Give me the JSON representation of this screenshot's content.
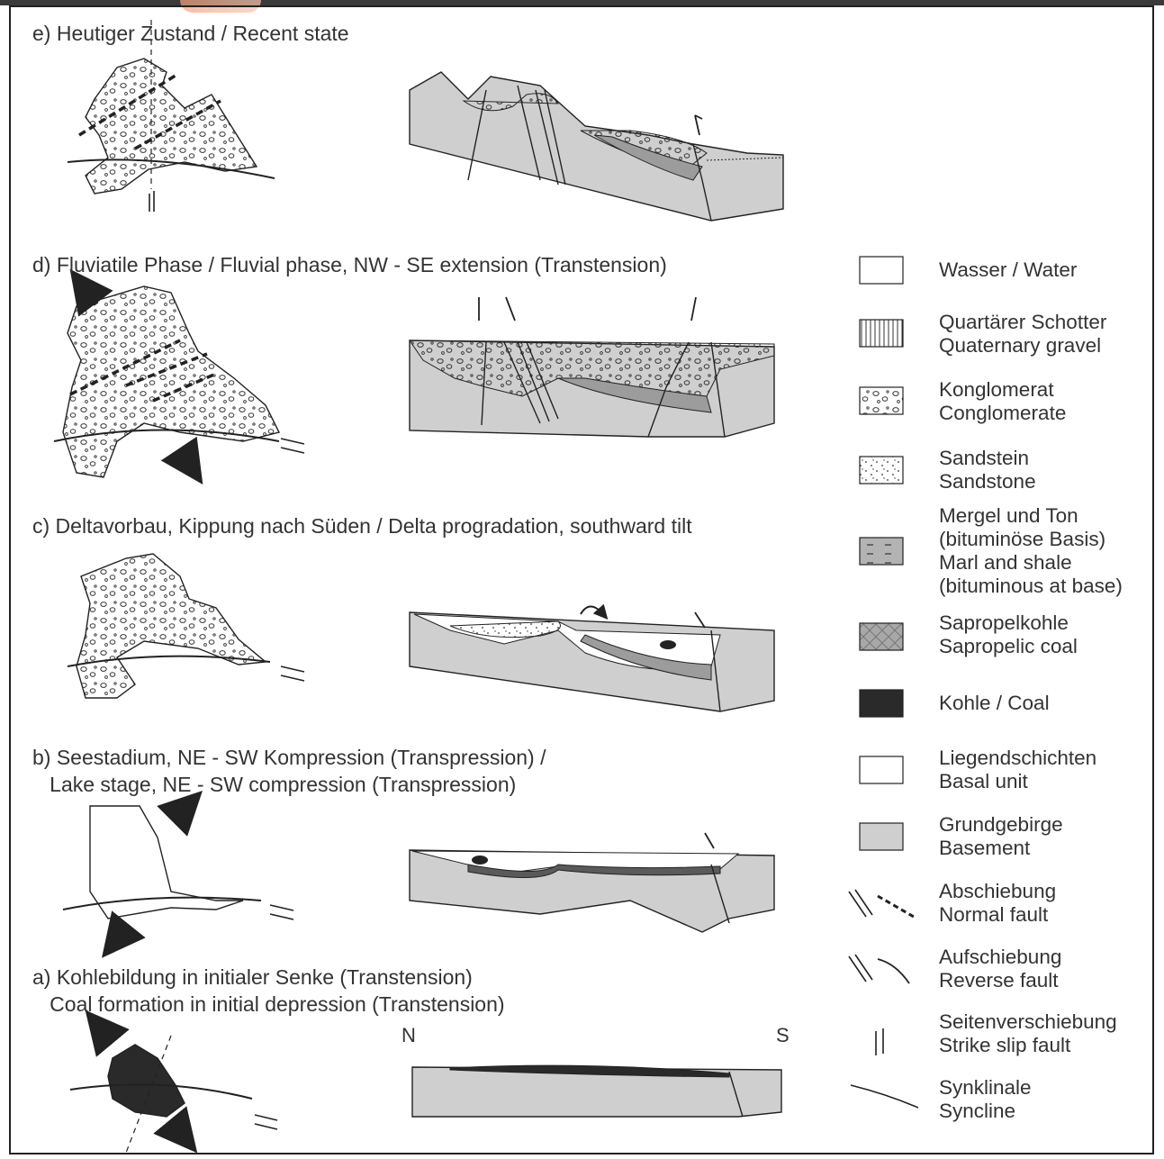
{
  "stages": [
    {
      "id": "e",
      "title": "e) Heutiger Zustand / Recent state"
    },
    {
      "id": "d",
      "title": "d) Fluviatile Phase / Fluvial phase, NW - SE extension (Transtension)"
    },
    {
      "id": "c",
      "title": "c) Deltavorbau, Kippung nach Süden / Delta progradation, southward tilt"
    },
    {
      "id": "b",
      "title_line1": "b) Seestadium, NE - SW Kompression (Transpression) /",
      "title_line2": "   Lake stage, NE - SW compression (Transpression)"
    },
    {
      "id": "a",
      "title_line1": "a) Kohlebildung in initialer Senke (Transtension)",
      "title_line2": "   Coal formation in initial depression (Transtension)"
    }
  ],
  "orientation": {
    "north": "N",
    "south": "S"
  },
  "legend": [
    {
      "symbol": "water-swatch",
      "line1": "Wasser / Water"
    },
    {
      "symbol": "gravel-swatch",
      "line1": "Quartärer Schotter",
      "line2": "Quaternary gravel"
    },
    {
      "symbol": "conglomerate-swatch",
      "line1": "Konglomerat",
      "line2": "Conglomerate"
    },
    {
      "symbol": "sandstone-swatch",
      "line1": "Sandstein",
      "line2": "Sandstone"
    },
    {
      "symbol": "marl-swatch",
      "line1": "Mergel und Ton",
      "line2": "(bituminöse Basis)",
      "line3": "Marl and shale",
      "line4": "(bituminous at base)"
    },
    {
      "symbol": "sapropelic-coal-swatch",
      "line1": "Sapropelkohle",
      "line2": "Sapropelic coal"
    },
    {
      "symbol": "coal-swatch",
      "line1": "Kohle / Coal"
    },
    {
      "symbol": "basal-unit-swatch",
      "line1": "Liegendschichten",
      "line2": "Basal unit"
    },
    {
      "symbol": "basement-swatch",
      "line1": "Grundgebirge",
      "line2": "Basement"
    },
    {
      "symbol": "normal-fault-icon",
      "line1": "Abschiebung",
      "line2": "Normal fault"
    },
    {
      "symbol": "reverse-fault-icon",
      "line1": "Aufschiebung",
      "line2": "Reverse fault"
    },
    {
      "symbol": "strike-slip-icon",
      "line1": "Seitenverschiebung",
      "line2": "Strike slip fault"
    },
    {
      "symbol": "syncline-icon",
      "line1": "Synklinale",
      "line2": "Syncline"
    }
  ],
  "colors": {
    "basement": "#cfcfcf",
    "coal": "#2a2a2a",
    "marl": "#9c9c9c",
    "line": "#222222"
  }
}
